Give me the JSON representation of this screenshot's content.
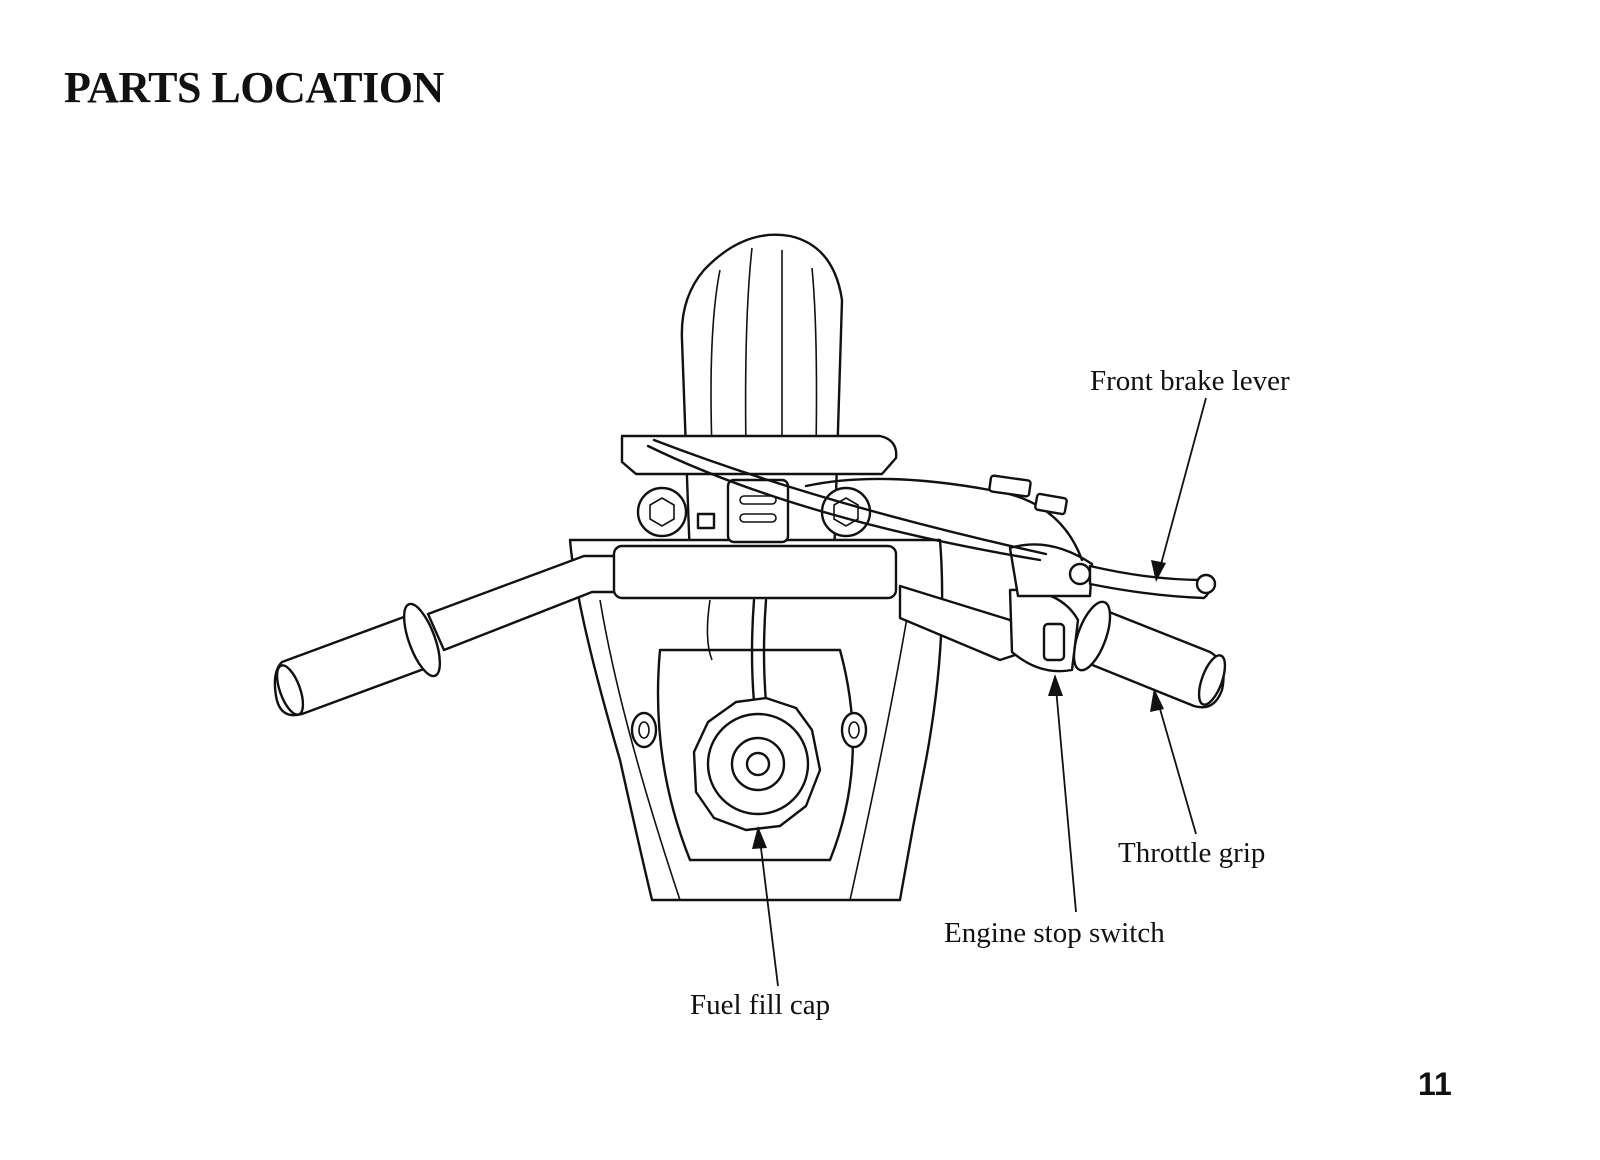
{
  "title": "PARTS LOCATION",
  "page_number": "11",
  "callouts": {
    "front_brake_lever": "Front brake lever",
    "throttle_grip": "Throttle grip",
    "engine_stop_switch": "Engine stop switch",
    "fuel_fill_cap": "Fuel fill cap"
  }
}
